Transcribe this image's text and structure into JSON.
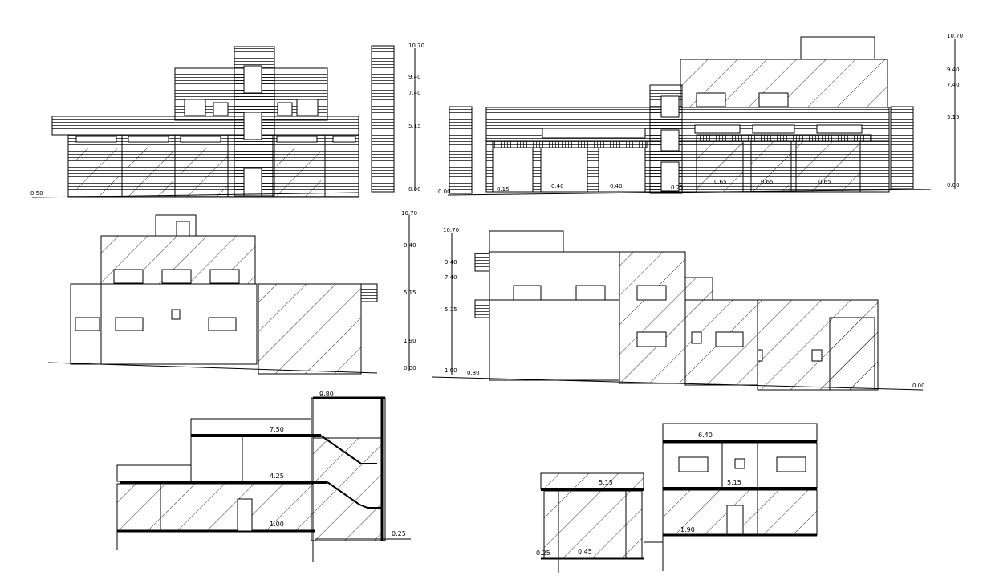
{
  "drawings": {
    "front_elevation": {
      "levels": [
        "10.70",
        "9.40",
        "7.40",
        "5.15",
        "0.00"
      ],
      "ground_left": "0.50"
    },
    "rear_elevation": {
      "levels": [
        "10.70",
        "9.40",
        "7.40",
        "5.15",
        "0.00"
      ],
      "ground_left": "0.00",
      "floor_marks": [
        "0.15",
        "0.40",
        "0.40",
        "0.25",
        "0.65",
        "0.65",
        "0.65"
      ]
    },
    "side_elevation_left": {
      "levels": [
        "10.70",
        "8.40",
        "5.15",
        "1.90",
        "0.00"
      ]
    },
    "side_elevation_right": {
      "levels": [
        "10.70",
        "9.40",
        "7.40",
        "5.15",
        "1.00"
      ],
      "ground_left": "0.80",
      "ground_right": "0.00"
    },
    "section_a": {
      "levels": [
        "9.80",
        "7.50",
        "4.25",
        "1.00",
        "0.25"
      ]
    },
    "section_b": {
      "levels": [
        "6.40",
        "5.15",
        "5.15",
        "1.90",
        "0.45",
        "0.25"
      ]
    }
  },
  "colors": {
    "line": "#000000",
    "background": "#ffffff"
  }
}
